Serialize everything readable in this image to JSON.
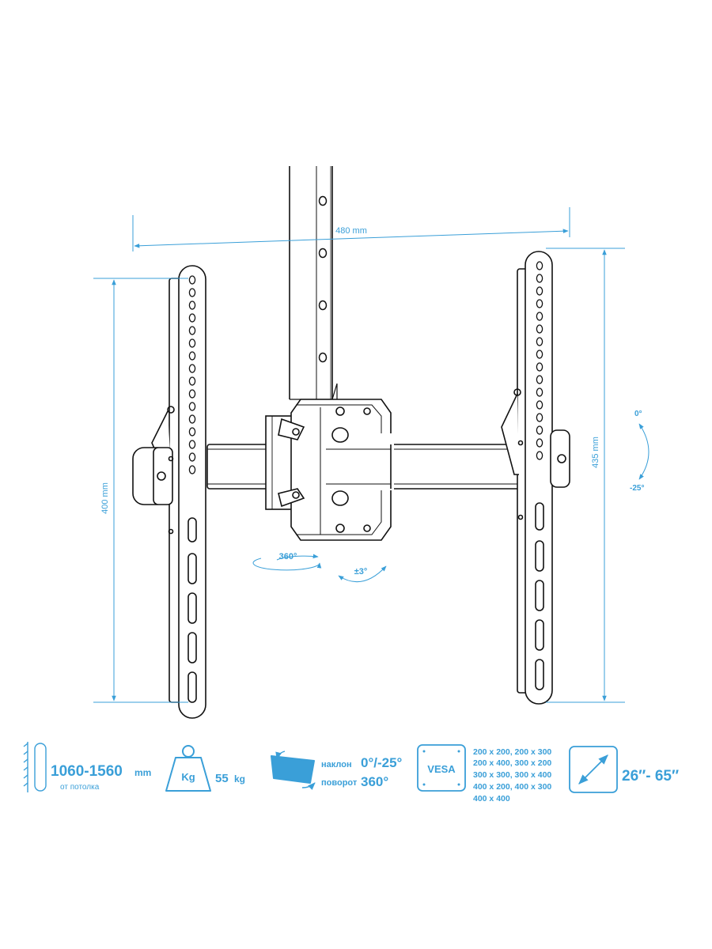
{
  "colors": {
    "accent": "#3a9fd8",
    "line": "#111111"
  },
  "dimensions": {
    "width": "480 mm",
    "left_height": "400 mm",
    "right_height": "435 mm",
    "swivel": "360°",
    "level": "±3°",
    "tilt_top": "0°",
    "tilt_bottom": "-25°"
  },
  "specs": {
    "height": {
      "icon": "ceiling-height-icon",
      "value": "1060-1560",
      "unit": "mm",
      "note": "от потолка"
    },
    "weight": {
      "icon": "weight-icon",
      "icon_label": "Kg",
      "value": "55",
      "unit": "kg"
    },
    "motion": {
      "icon": "tilt-swivel-icon",
      "tilt_label": "наклон",
      "tilt_value": "0°/-25°",
      "swivel_label": "поворот",
      "swivel_value": "360°"
    },
    "vesa": {
      "icon": "vesa-icon",
      "icon_label": "VESA",
      "patterns": [
        "200 x 200, 200 x 300",
        "200 x 400, 300 x 200",
        "300 x 300, 300 x 400",
        "400 x 200, 400 x 300",
        "400 x 400"
      ]
    },
    "screen": {
      "icon": "screen-diagonal-icon",
      "value": "26″- 65″"
    }
  }
}
